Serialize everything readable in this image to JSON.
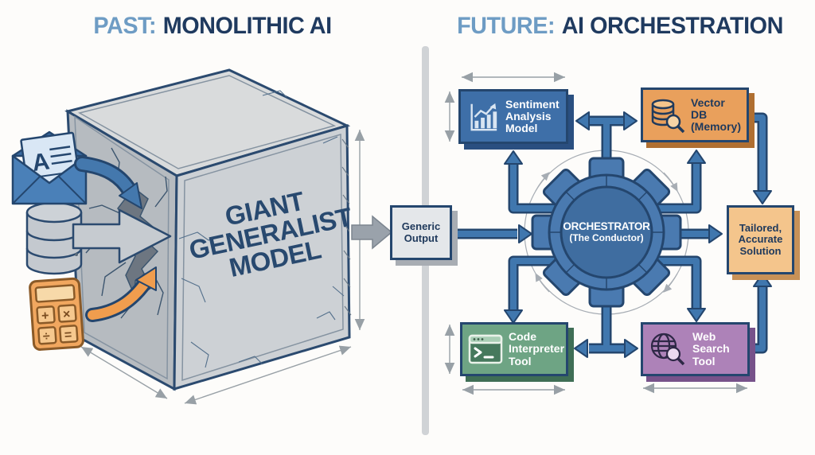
{
  "left": {
    "title_prefix": "PAST:",
    "title_main": "MONOLITHIC AI",
    "cube_lines": [
      "GIANT",
      "GENERALIST",
      "MODEL"
    ],
    "generic_output_label": "Generic Output",
    "document_letter": "A",
    "calculator_buttons": [
      "+",
      "×",
      "÷",
      "="
    ],
    "input_icons": [
      "email-document-icon",
      "database-icon",
      "calculator-icon"
    ]
  },
  "right": {
    "title_prefix": "FUTURE:",
    "title_main": "AI ORCHESTRATION",
    "orchestrator_line1": "ORCHESTRATOR",
    "orchestrator_line2": "(The Conductor)",
    "nodes": [
      {
        "id": "sentiment",
        "label": "Sentiment Analysis Model",
        "icon": "line-bar-chart-icon",
        "fill": "#3e6fa8",
        "shadow": "#2a4f80",
        "text": "#ffffff"
      },
      {
        "id": "vector-db",
        "label": "Vector DB (Memory)",
        "icon": "database-search-icon",
        "fill": "#e9a05c",
        "shadow": "#b06f31",
        "text": "#203a5c"
      },
      {
        "id": "tailored",
        "label": "Tailored, Accurate Solution",
        "icon": "none",
        "fill": "#f4c58c",
        "shadow": "#c89157",
        "text": "#203a5c"
      },
      {
        "id": "code",
        "label": "Code Interpreter Tool",
        "icon": "terminal-icon",
        "fill": "#6ea484",
        "shadow": "#3f6e55",
        "text": "#ffffff"
      },
      {
        "id": "web",
        "label": "Web Search Tool",
        "icon": "globe-search-icon",
        "fill": "#ad82b8",
        "shadow": "#77528a",
        "text": "#ffffff"
      }
    ]
  },
  "colors": {
    "title_prefix": "#6e9cc4",
    "title_main": "#1f3a5f",
    "divider": "#d0d3d6",
    "pipe": "#4077ae",
    "pipe_dark": "#24466e",
    "cube_front": "#cdd1d5",
    "cube_left": "#b6bbc0",
    "cube_top": "#d9dbdc",
    "input_arrow_blue": "#4478ad",
    "input_arrow_orange": "#f09d4e",
    "output_arrow_gray": "#9aa2ab"
  }
}
